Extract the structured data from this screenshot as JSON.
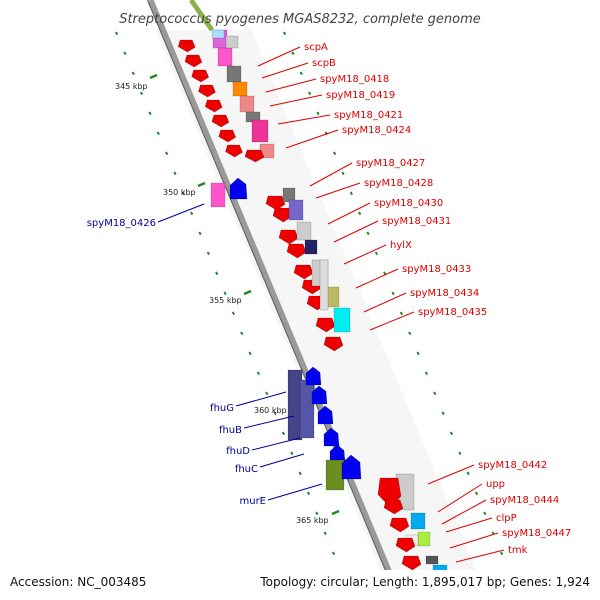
{
  "title": "Streptococcus pyogenes MGAS8232, complete genome",
  "footer": {
    "accession": "Accession: NC_003485",
    "summary": "Topology: circular; Length: 1,895,017 bp; Genes: 1,924"
  },
  "colors": {
    "forward_label": "#dd0000",
    "reverse_label": "#000099",
    "backbone": "#888888",
    "tick": "#228822"
  },
  "ticks": [
    "345 kbp",
    "350 kbp",
    "355 kbp",
    "360 kbp",
    "365 kbp"
  ],
  "labels": {
    "forward": [
      "scpA",
      "scpB",
      "spyM18_0418",
      "spyM18_0419",
      "spyM18_0421",
      "spyM18_0424",
      "spyM18_0427",
      "spyM18_0428",
      "spyM18_0430",
      "spyM18_0431",
      "hylX",
      "spyM18_0433",
      "spyM18_0434",
      "spyM18_0435",
      "spyM18_0442",
      "upp",
      "spyM18_0444",
      "clpP",
      "spyM18_0447",
      "tmk"
    ],
    "reverse": [
      "spyM18_0426",
      "fhuG",
      "fhuB",
      "fhuD",
      "fhuC",
      "murE"
    ]
  }
}
